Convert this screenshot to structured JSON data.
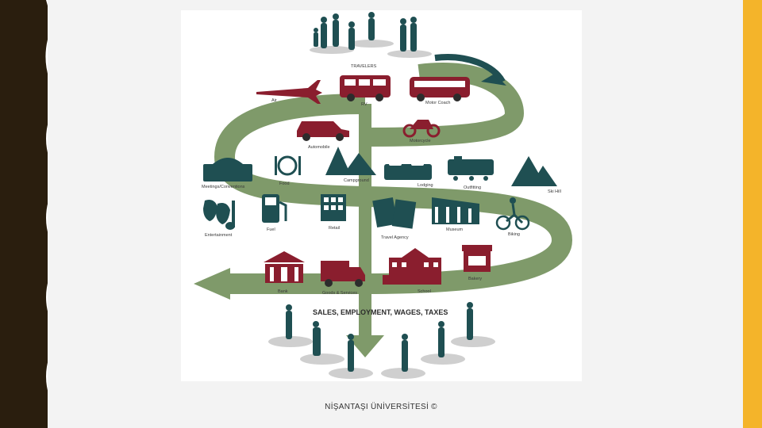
{
  "colors": {
    "sidebar": "#2a1e0e",
    "accent_bar": "#f4b42a",
    "maroon": "#8a1e2e",
    "teal": "#1f4f52",
    "green": "#7f9a6a"
  },
  "diagram": {
    "travelers_label": "TRAVELERS",
    "bottom_label": "SALES, EMPLOYMENT, WAGES, TAXES",
    "items": {
      "air": "Air",
      "rv": "RV",
      "motorcoach": "Motor Coach",
      "automobile": "Automobile",
      "motorcycle": "Motorcycle",
      "meetings": "Meetings/Conventions",
      "food": "Food",
      "campground": "Campground",
      "lodging": "Lodging",
      "outfitting": "Outfitting",
      "ski_hill": "Ski Hill",
      "entertainment": "Entertainment",
      "fuel": "Fuel",
      "retail": "Retail",
      "travel_agency": "Travel Agency",
      "museum": "Museum",
      "biking": "Biking",
      "bank": "Bank",
      "goods": "Goods & Services",
      "school": "School",
      "bakery": "Bakery"
    }
  },
  "footer": {
    "text": "NİŞANTAŞI ÜNİVERSİTESİ ©"
  }
}
